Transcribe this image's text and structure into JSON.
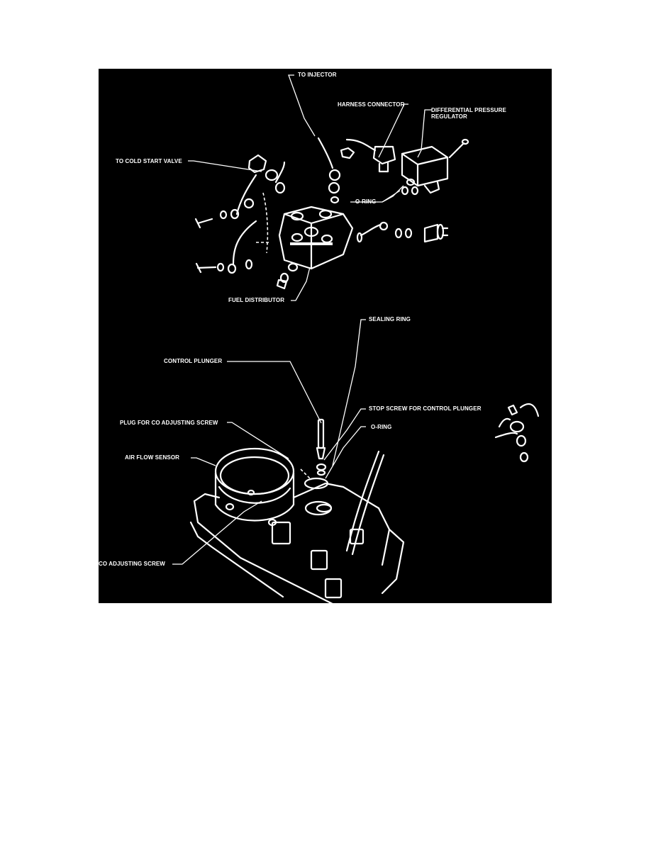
{
  "diagram": {
    "colors": {
      "background": "#000000",
      "ink": "#ffffff",
      "page": "#ffffff"
    },
    "labels": {
      "to_injector": "TO INJECTOR",
      "harness_connector": "HARNESS CONNECTOR",
      "diff_pressure_regulator_1": "DIFFERENTIAL PRESSURE",
      "diff_pressure_regulator_2": "REGULATOR",
      "to_cold_start_valve": "TO COLD START VALVE",
      "o_ring_upper": "O-RING",
      "fuel_distributor": "FUEL DISTRIBUTOR",
      "sealing_ring": "SEALING RING",
      "control_plunger": "CONTROL PLUNGER",
      "stop_screw": "STOP SCREW FOR CONTROL PLUNGER",
      "o_ring_lower": "O-RING",
      "plug_co_screw": "PLUG FOR CO ADJUSTING SCREW",
      "air_flow_sensor": "AIR FLOW SENSOR",
      "co_adjusting_screw": "CO ADJUSTING SCREW"
    }
  }
}
